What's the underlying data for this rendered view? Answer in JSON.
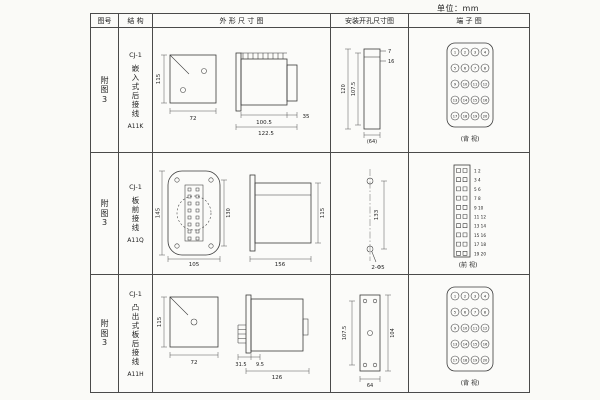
{
  "page": {
    "unit": "单位：mm"
  },
  "header": {
    "figure": "图号",
    "structure": "结 构",
    "outline": "外 形 尺 寸 图",
    "mounting": "安装开孔尺寸图",
    "terminal": "端 子 图"
  },
  "rows": [
    {
      "figure": "附图3",
      "model": "CJ-1",
      "desc": "嵌入式后接线",
      "code": "A11K",
      "outline": {
        "height": "115",
        "width": "72",
        "body": "100.5",
        "total": "122.5",
        "depth": "35"
      },
      "mounting": {
        "cut_height": "107.5",
        "overall": "120",
        "top_a": "7",
        "top_b": "16",
        "width": "(64)"
      },
      "view": "(背 视)"
    },
    {
      "figure": "附图3",
      "model": "CJ-1",
      "desc": "板前接线",
      "code": "A11Q",
      "outline": {
        "height": "145",
        "holes": "130",
        "width": "105",
        "length": "156",
        "body_height": "115"
      },
      "mounting": {
        "spacing": "133",
        "holes": "2-Φ5"
      },
      "view": "(前 视)"
    },
    {
      "figure": "附图3",
      "model": "CJ-1",
      "desc": "凸出式板后接线",
      "code": "A11H",
      "outline": {
        "height": "115",
        "width": "72",
        "pin_depth": "31.5",
        "plate": "9.5",
        "length": "126"
      },
      "mounting": {
        "height": "107.5",
        "holes_v": "104",
        "width": "64"
      },
      "view": "(背 视)"
    }
  ],
  "terminals": [
    "1",
    "2",
    "3",
    "4",
    "5",
    "6",
    "7",
    "8",
    "9",
    "10",
    "11",
    "12",
    "13",
    "14",
    "15",
    "16",
    "17",
    "18",
    "19",
    "20"
  ],
  "pairs": [
    "1 2",
    "3 4",
    "5 6",
    "7 8",
    "9 10",
    "11 12",
    "13 14",
    "15 16",
    "17 18",
    "19 20"
  ]
}
